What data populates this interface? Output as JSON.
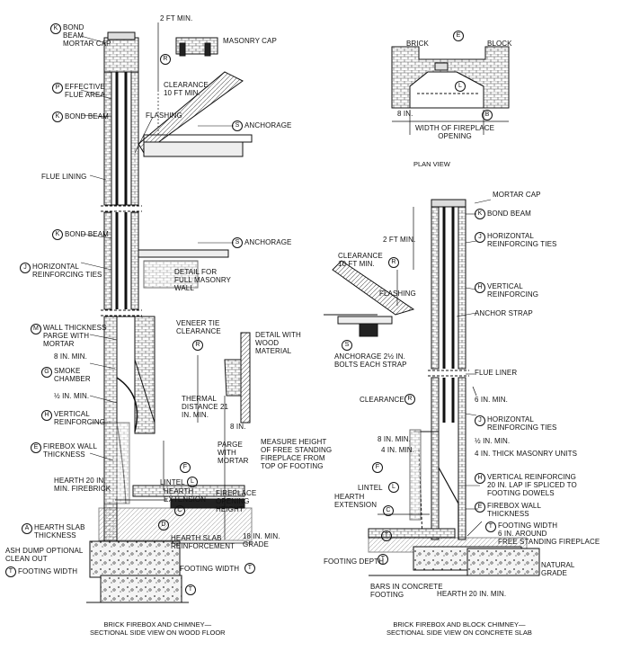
{
  "captions": {
    "left": "BRICK FIREBOX AND CHIMNEY—\nSECTIONAL SIDE VIEW ON WOOD FLOOR",
    "right": "BRICK FIREBOX AND BLOCK CHIMNEY—\nSECTIONAL SIDE VIEW ON CONCRETE SLAB",
    "plan": "PLAN VIEW"
  },
  "left_labels": [
    {
      "key": "K",
      "text": "BOND\nBEAM\nMORTAR CAP"
    },
    {
      "key": "",
      "text": "2 FT MIN."
    },
    {
      "key": "",
      "text": "MASONRY CAP"
    },
    {
      "key": "R",
      "text": ""
    },
    {
      "key": "",
      "text": "CLEARANCE\n10 FT MIN."
    },
    {
      "key": "P",
      "text": "EFFECTIVE\nFLUE AREA"
    },
    {
      "key": "K",
      "text": "BOND BEAM"
    },
    {
      "key": "",
      "text": "FLASHING"
    },
    {
      "key": "S",
      "text": "ANCHORAGE"
    },
    {
      "key": "",
      "text": "FLUE LINING"
    },
    {
      "key": "K",
      "text": "BOND BEAM"
    },
    {
      "key": "S",
      "text": "ANCHORAGE"
    },
    {
      "key": "J",
      "text": "HORIZONTAL\nREINFORCING TIES"
    },
    {
      "key": "",
      "text": "DETAIL FOR\nFULL MASONRY\nWALL"
    },
    {
      "key": "M",
      "text": "WALL THICKNESS\nPARGE WITH\nMORTAR"
    },
    {
      "key": "",
      "text": "VENEER TIE\nCLEARANCE"
    },
    {
      "key": "R",
      "text": ""
    },
    {
      "key": "",
      "text": "DETAIL WITH\nWOOD\nMATERIAL"
    },
    {
      "key": "",
      "text": "8 IN. MIN."
    },
    {
      "key": "G",
      "text": "SMOKE\nCHAMBER"
    },
    {
      "key": "",
      "text": "½ IN. MIN."
    },
    {
      "key": "",
      "text": "THERMAL\nDISTANCE 21\nIN. MIN."
    },
    {
      "key": "H",
      "text": "VERTICAL\nREINFORCING"
    },
    {
      "key": "",
      "text": "PARGE\nWITH\nMORTAR"
    },
    {
      "key": "",
      "text": "8 IN."
    },
    {
      "key": "E",
      "text": "FIREBOX WALL\nTHICKNESS"
    },
    {
      "key": "F",
      "text": ""
    },
    {
      "key": "",
      "text": "LINTEL"
    },
    {
      "key": "L",
      "text": ""
    },
    {
      "key": "",
      "text": "HEARTH\nEXTENSION"
    },
    {
      "key": "",
      "text": "MEASURE HEIGHT\nOF FREE STANDING\nFIREPLACE FROM\nTOP OF FOOTING"
    },
    {
      "key": "",
      "text": "HEARTH 20 IN.\nMIN. FIREBRICK"
    },
    {
      "key": "",
      "text": "FIREPLACE\nOPENING\nHEIGHT"
    },
    {
      "key": "C",
      "text": ""
    },
    {
      "key": "A",
      "text": "HEARTH SLAB\nTHICKNESS"
    },
    {
      "key": "D",
      "text": ""
    },
    {
      "key": "",
      "text": "HEARTH SLAB\nREINFORCEMENT"
    },
    {
      "key": "",
      "text": "18 IN. MIN.\nGRADE"
    },
    {
      "key": "",
      "text": "ASH DUMP OPTIONAL\nCLEAN OUT"
    },
    {
      "key": "T",
      "text": "FOOTING WIDTH"
    },
    {
      "key": "",
      "text": "FOOTING WIDTH"
    },
    {
      "key": "T",
      "text": ""
    },
    {
      "key": "T",
      "text": ""
    }
  ],
  "plan_labels": [
    {
      "key": "",
      "text": "BRICK"
    },
    {
      "key": "E",
      "text": ""
    },
    {
      "key": "",
      "text": "BLOCK"
    },
    {
      "key": "L",
      "text": ""
    },
    {
      "key": "",
      "text": "8 IN."
    },
    {
      "key": "B",
      "text": ""
    },
    {
      "key": "",
      "text": "WIDTH OF FIREPLACE\nOPENING"
    }
  ],
  "right_labels": [
    {
      "key": "",
      "text": "MORTAR CAP"
    },
    {
      "key": "K",
      "text": "BOND BEAM"
    },
    {
      "key": "",
      "text": "2 FT MIN."
    },
    {
      "key": "J",
      "text": "HORIZONTAL\nREINFORCING TIES"
    },
    {
      "key": "",
      "text": "CLEARANCE\n10 FT MIN."
    },
    {
      "key": "R",
      "text": ""
    },
    {
      "key": "H",
      "text": "VERTICAL\nREINFORCING"
    },
    {
      "key": "",
      "text": "FLASHING"
    },
    {
      "key": "",
      "text": "ANCHOR STRAP"
    },
    {
      "key": "S",
      "text": ""
    },
    {
      "key": "",
      "text": "ANCHORAGE 2½ IN.\nBOLTS EACH STRAP"
    },
    {
      "key": "",
      "text": "FLUE LINER"
    },
    {
      "key": "",
      "text": "CLEARANCE"
    },
    {
      "key": "R",
      "text": ""
    },
    {
      "key": "",
      "text": "6 IN. MIN."
    },
    {
      "key": "J",
      "text": "HORIZONTAL\nREINFORCING TIES"
    },
    {
      "key": "",
      "text": "8 IN. MIN."
    },
    {
      "key": "",
      "text": "4 IN. MIN."
    },
    {
      "key": "",
      "text": "½ IN. MIN."
    },
    {
      "key": "",
      "text": "4 IN. THICK MASONRY UNITS"
    },
    {
      "key": "F",
      "text": ""
    },
    {
      "key": "",
      "text": "LINTEL"
    },
    {
      "key": "L",
      "text": ""
    },
    {
      "key": "H",
      "text": "VERTICAL REINFORCING\n20 IN. LAP IF SPLICED TO\nFOOTING DOWELS"
    },
    {
      "key": "",
      "text": "HEARTH\nEXTENSION"
    },
    {
      "key": "C",
      "text": ""
    },
    {
      "key": "E",
      "text": "FIREBOX WALL\nTHICKNESS"
    },
    {
      "key": "T",
      "text": ""
    },
    {
      "key": "T",
      "text": "FOOTING WIDTH\n6 IN. AROUND\nFREE STANDING FIREPLACE"
    },
    {
      "key": "",
      "text": "FOOTING DEPTH"
    },
    {
      "key": "T",
      "text": ""
    },
    {
      "key": "",
      "text": "NATURAL\nGRADE"
    },
    {
      "key": "",
      "text": "BARS IN CONCRETE\nFOOTING"
    },
    {
      "key": "",
      "text": "HEARTH 20 IN. MIN."
    }
  ]
}
